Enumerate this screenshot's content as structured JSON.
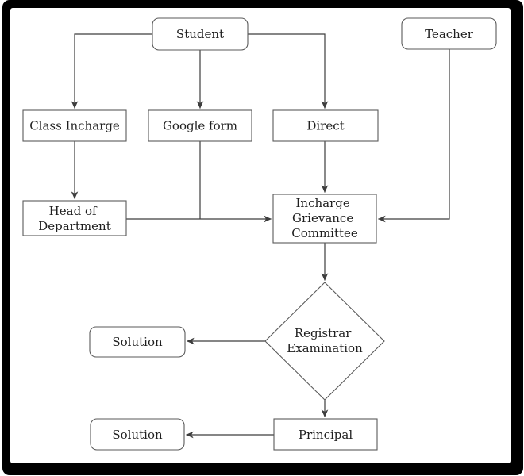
{
  "diagram": {
    "type": "flowchart",
    "description": "Grievance handling flowchart from Student and Teacher through committee to solution",
    "colors": {
      "frame": "#000000",
      "background": "#ffffff",
      "line": "#3d3d3d",
      "box_border": "#5a5a5a",
      "text": "#1f1f1f"
    },
    "nodes": [
      {
        "id": "student",
        "shape": "rounded-rect",
        "label": "Student",
        "lines": [
          "Student"
        ]
      },
      {
        "id": "teacher",
        "shape": "rounded-rect",
        "label": "Teacher",
        "lines": [
          "Teacher"
        ]
      },
      {
        "id": "class-incharge",
        "shape": "rect",
        "label": "Class Incharge",
        "lines": [
          "Class Incharge"
        ]
      },
      {
        "id": "google-form",
        "shape": "rect",
        "label": "Google form",
        "lines": [
          "Google form"
        ]
      },
      {
        "id": "direct",
        "shape": "rect",
        "label": "Direct",
        "lines": [
          "Direct"
        ]
      },
      {
        "id": "head-of-department",
        "shape": "rect",
        "label": "Head of Department",
        "lines": [
          "Head of",
          "Department"
        ]
      },
      {
        "id": "incharge-grievance-committee",
        "shape": "rect",
        "label": "Incharge Grievance Committee",
        "lines": [
          "Incharge",
          "Grievance",
          "Committee"
        ]
      },
      {
        "id": "registrar-examination",
        "shape": "diamond",
        "label": "Registrar Examination",
        "lines": [
          "Registrar",
          "Examination"
        ]
      },
      {
        "id": "solution-1",
        "shape": "rounded-rect",
        "label": "Solution",
        "lines": [
          "Solution"
        ]
      },
      {
        "id": "principal",
        "shape": "rect",
        "label": "Principal",
        "lines": [
          "Principal"
        ]
      },
      {
        "id": "solution-2",
        "shape": "rounded-rect",
        "label": "Solution",
        "lines": [
          "Solution"
        ]
      }
    ],
    "edges": [
      {
        "from": "student",
        "to": "class-incharge",
        "arrow": true
      },
      {
        "from": "student",
        "to": "google-form",
        "arrow": true
      },
      {
        "from": "student",
        "to": "direct",
        "arrow": true
      },
      {
        "from": "class-incharge",
        "to": "head-of-department",
        "arrow": true
      },
      {
        "from": "google-form",
        "to": "incharge-grievance-committee",
        "arrow": false,
        "note": "joins horizontal line from Head of Department"
      },
      {
        "from": "head-of-department",
        "to": "incharge-grievance-committee",
        "arrow": true
      },
      {
        "from": "teacher",
        "to": "incharge-grievance-committee",
        "arrow": true
      },
      {
        "from": "direct",
        "to": "incharge-grievance-committee",
        "arrow": true
      },
      {
        "from": "incharge-grievance-committee",
        "to": "registrar-examination",
        "arrow": true
      },
      {
        "from": "registrar-examination",
        "to": "solution-1",
        "arrow": true
      },
      {
        "from": "registrar-examination",
        "to": "principal",
        "arrow": true
      },
      {
        "from": "principal",
        "to": "solution-2",
        "arrow": true
      }
    ]
  }
}
